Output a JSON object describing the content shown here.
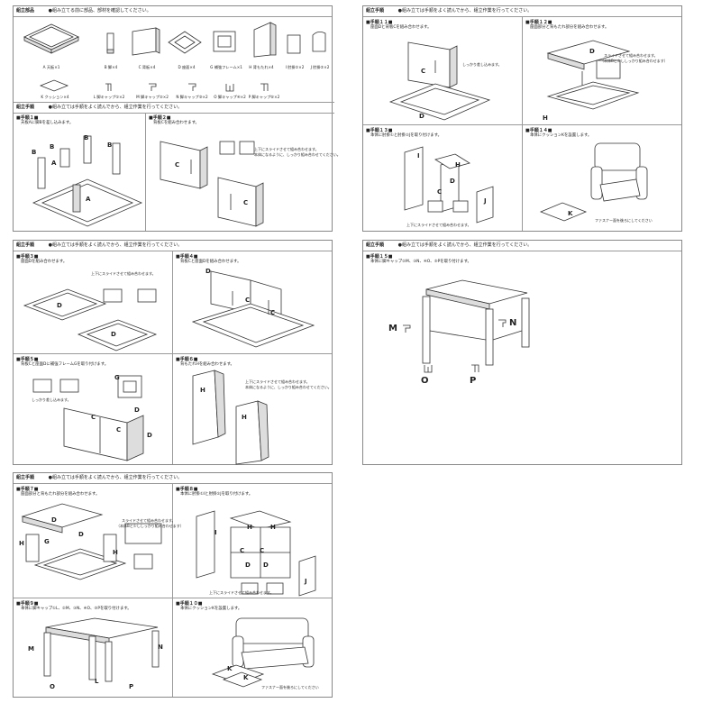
{
  "panel1": {
    "title": "組立部品",
    "note": "●組み立てる前に部品、部材を確認してください。",
    "parts": [
      "A 天板×1",
      "B 脚×4",
      "C 背板×4",
      "D 座面×4",
      "G 補強フレーム×1",
      "H 背もたれ×4",
      "I 肘掛①×2",
      "J 肘掛②×2",
      "K クッション×4",
      "L 脚キャップ①×2",
      "M 脚キャップ②×2",
      "N 脚キャップ③×2",
      "O 脚キャップ④×2",
      "P 脚キャップ⑤×2"
    ],
    "section2": "組立手順",
    "section2_note": "●組み立ては手順をよく読んでから、組立作業を行ってください。",
    "step1_title": "■手順１■",
    "step1_desc": "天板Aに脚Bを差し込みます。",
    "step2_title": "■手順２■",
    "step2_desc": "背板Cを組み合わせます。",
    "step2_note1": "上下にスライドさせて組み合わせます。",
    "step2_note2": "本体になるように、しっかり組み合わせてください。"
  },
  "panel2": {
    "title": "組立手順",
    "note": "●組み立ては手順をよく読んでから、組立作業を行ってください。",
    "step11_title": "■手順１１■",
    "step11_desc": "座面Dと背板Cを組み合わせます。",
    "step11_note": "しっかり差し込みます。",
    "step12_title": "■手順１２■",
    "step12_desc": "座面部分と背もたれ部分を組み合わせます。",
    "step12_note1": "スライドさせて組み合わせます。",
    "step12_note2": "（本体Bと少ししっかり組み合わせます）",
    "step13_title": "■手順１３■",
    "step13_desc": "本体に肘掛①と肘掛②Jを取り付けます。",
    "step13_note": "上下にスライドさせて組み合わせます。",
    "step14_title": "■手順１４■",
    "step14_desc": "本体にクッションKを設置します。",
    "step14_note": "ファスナー面を後ろにしてください"
  },
  "panel3": {
    "title": "組立手順",
    "note": "●組み立ては手順をよく読んでから、組立作業を行ってください。",
    "step3_title": "■手順３■",
    "step3_desc": "座面Dを組み合わせます。",
    "step3_note": "上下にスライドさせて組み合わせます。",
    "step4_title": "■手順４■",
    "step4_desc": "背板Cと座面Dを組み合わせます。",
    "step5_title": "■手順５■",
    "step5_desc": "背板Cと座面Dに補強フレームGを取り付けます。",
    "step5_note": "しっかり差し込みます。",
    "step6_title": "■手順６■",
    "step6_desc": "背もたれHを組み合わせます。",
    "step6_note1": "上下にスライドさせて組み合わせます。",
    "step6_note2": "本体になるように、しっかり組み合わせてください。"
  },
  "panel4": {
    "title": "組立手順",
    "note": "●組み立ては手順をよく読んでから、組立作業を行ってください。",
    "step15_title": "■手順１５■",
    "step15_desc": "本体に脚キャップ②M、③N、④O、⑤Pを取り付けます。"
  },
  "panel5": {
    "title": "組立手順",
    "note": "●組み立ては手順をよく読んでから、組立作業を行ってください。",
    "step7_title": "■手順７■",
    "step7_desc": "座面部分と背もたれ部分を組み合わせます。",
    "step7_note1": "スライドさせて組み合わせます。",
    "step7_note2": "（本体Bと少ししっかり組み合わせます）",
    "step8_title": "■手順８■",
    "step8_desc": "本体に肘掛①Iと肘掛②Jを取り付けます。",
    "step8_note": "上下にスライドさせて組み合わせます。",
    "step9_title": "■手順９■",
    "step9_desc": "本体に脚キャップ①L、②M、③N、④O、⑤Pを取り付けます。",
    "step10_title": "■手順１０■",
    "step10_desc": "本体にクッションKを設置します。",
    "step10_note": "ファスナー面を後ろにしてください"
  },
  "labels": {
    "A": "A",
    "B": "B",
    "C": "C",
    "D": "D",
    "G": "G",
    "H": "H",
    "I": "I",
    "J": "J",
    "K": "K",
    "L": "L",
    "M": "M",
    "N": "N",
    "O": "O",
    "P": "P"
  }
}
